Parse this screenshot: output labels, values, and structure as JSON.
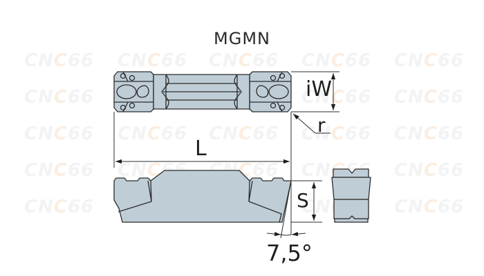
{
  "title": "MGMN",
  "watermark": {
    "text_main": "CN",
    "text_accent": "C",
    "text_tail": "66"
  },
  "dimensions": {
    "width_label": "iW",
    "radius_label": "r",
    "length_label": "L",
    "height_label": "S",
    "angle_label": "7,5°"
  },
  "colors": {
    "insert_fill": "#bfcdd6",
    "outline": "#2b2b2b",
    "watermark_gray": "#f3f3f3",
    "watermark_accent": "#fbeee2"
  }
}
